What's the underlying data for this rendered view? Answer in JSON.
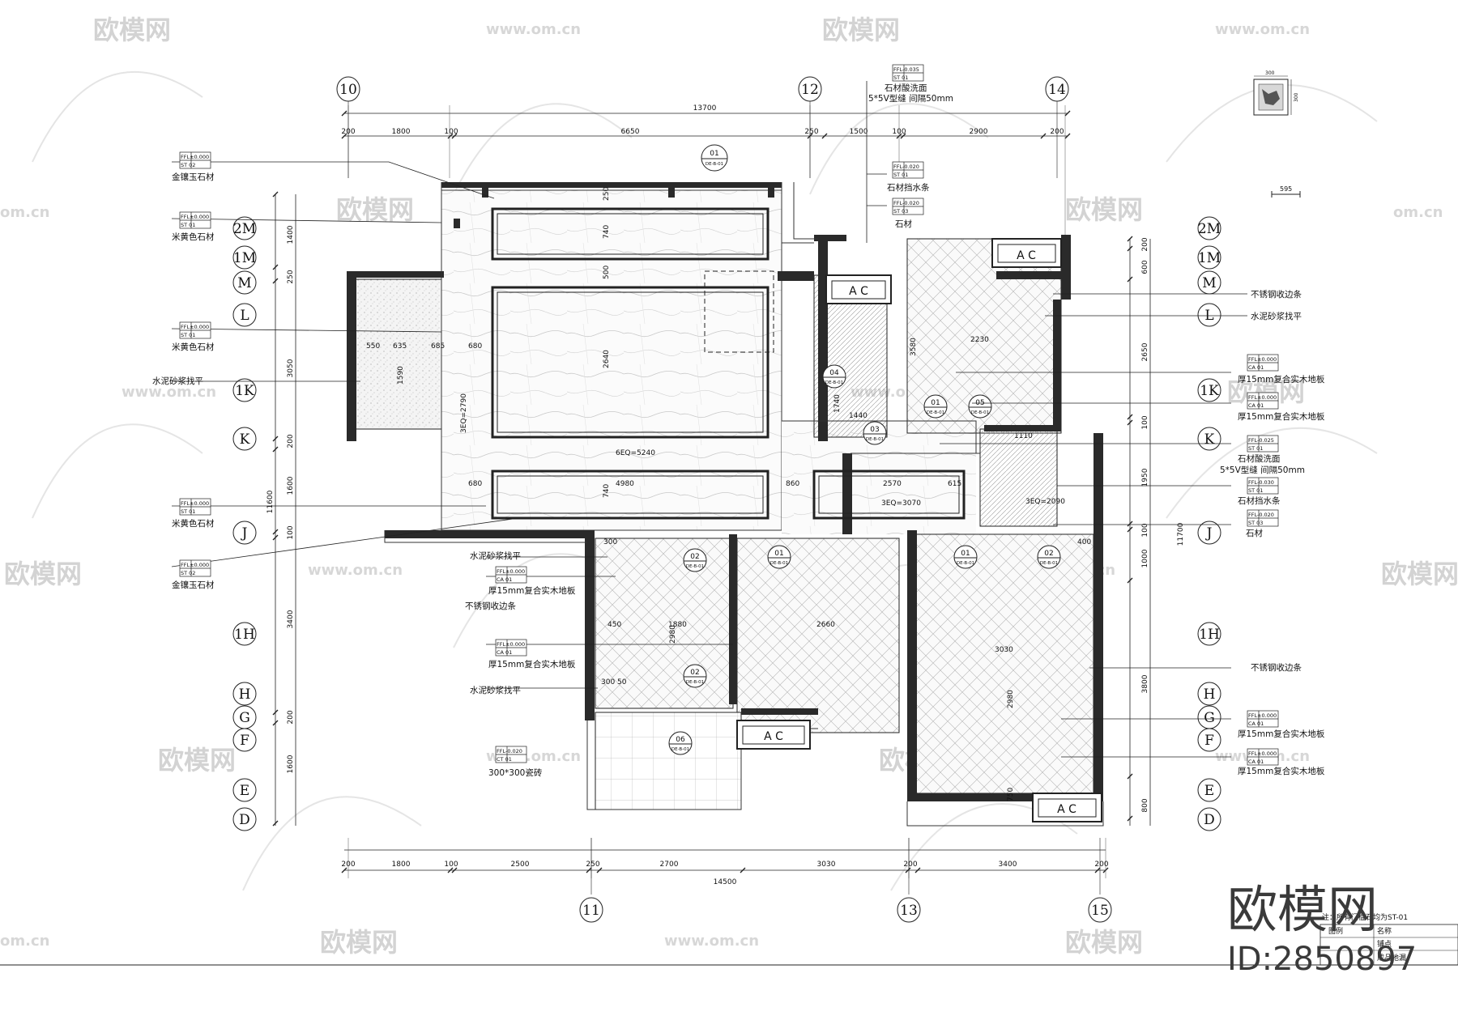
{
  "watermark": {
    "brand": "欧模网",
    "url": "www.om.cn",
    "url_short": "om.cn",
    "id_text": "ID:2850897"
  },
  "grid": {
    "top": [
      "10",
      "12",
      "14"
    ],
    "bottom": [
      "11",
      "13",
      "15"
    ],
    "left": [
      "2M",
      "1M",
      "M",
      "L",
      "1K",
      "K",
      "J",
      "1H",
      "H",
      "G",
      "F",
      "E",
      "D"
    ],
    "right": [
      "2M",
      "1M",
      "M",
      "L",
      "1K",
      "K",
      "J",
      "1H",
      "H",
      "G",
      "F",
      "E",
      "D"
    ]
  },
  "dims": {
    "top_total": "13700",
    "top_segments": [
      "200",
      "1800",
      "100",
      "6650",
      "250",
      "1500",
      "100",
      "2900",
      "200"
    ],
    "bottom_total": "14500",
    "bottom_segments": [
      "200",
      "1800",
      "100",
      "2500",
      "250",
      "2700",
      "3030",
      "200",
      "3400",
      "200"
    ],
    "left_segments": [
      "1400",
      "250",
      "3050",
      "200",
      "1600",
      "100",
      "3400",
      "200",
      "1600"
    ],
    "left_total": "11600",
    "right_segments": [
      "200",
      "600",
      "2650",
      "100",
      "1950",
      "100",
      "1000",
      "3800",
      "800"
    ],
    "right_total": "11700",
    "legend_w": "595",
    "thumb_w": "300",
    "thumb_h": "300"
  },
  "interior_dims": [
    "740",
    "250",
    "500",
    "2640",
    "740",
    "4980",
    "6EQ=5240",
    "680",
    "860",
    "2570",
    "615",
    "3EQ=3070",
    "3EQ=2090",
    "2230",
    "3580",
    "1440",
    "1740",
    "550",
    "635",
    "685",
    "680",
    "1590",
    "300",
    "2980",
    "1880",
    "450",
    "2660",
    "3030",
    "2980",
    "750",
    "3EQ=2790",
    "1110",
    "300 50",
    "400"
  ],
  "notes": {
    "jinxiang": "金镶玉石材",
    "mihuang": "米黄色石材",
    "shuini": "水泥砂浆找平",
    "mudiban": "厚15mm复合实木地板",
    "xiubian": "不锈钢收边条",
    "cizhuan": "300*300瓷砖",
    "suanxi": "石材酸洗面",
    "vfeng": "5*5V型缝 间隔50mm",
    "dangshui": "石材挡水条",
    "shicai": "石材",
    "ac": "A C"
  },
  "tags": {
    "ffl_0": "FFL±0.000",
    "ffl_m20": "FFL-0.020",
    "ffl_m35": "FFL-0.035",
    "ffl_m30": "FFL-0.030",
    "ffl_m25": "FFL-0.025",
    "st01": "ST 01",
    "st02": "ST 02",
    "st03": "ST 03",
    "ca01": "CA 01",
    "ct01": "CT 01"
  },
  "callouts": [
    "01",
    "02",
    "03",
    "04",
    "05",
    "06"
  ],
  "callout_ref": "DE-B-01",
  "legend": {
    "note": "注：所有门槛石均为ST-01",
    "col1": "图例",
    "col2": "名称",
    "row1": "铺点",
    "row2": "成品地漏"
  }
}
